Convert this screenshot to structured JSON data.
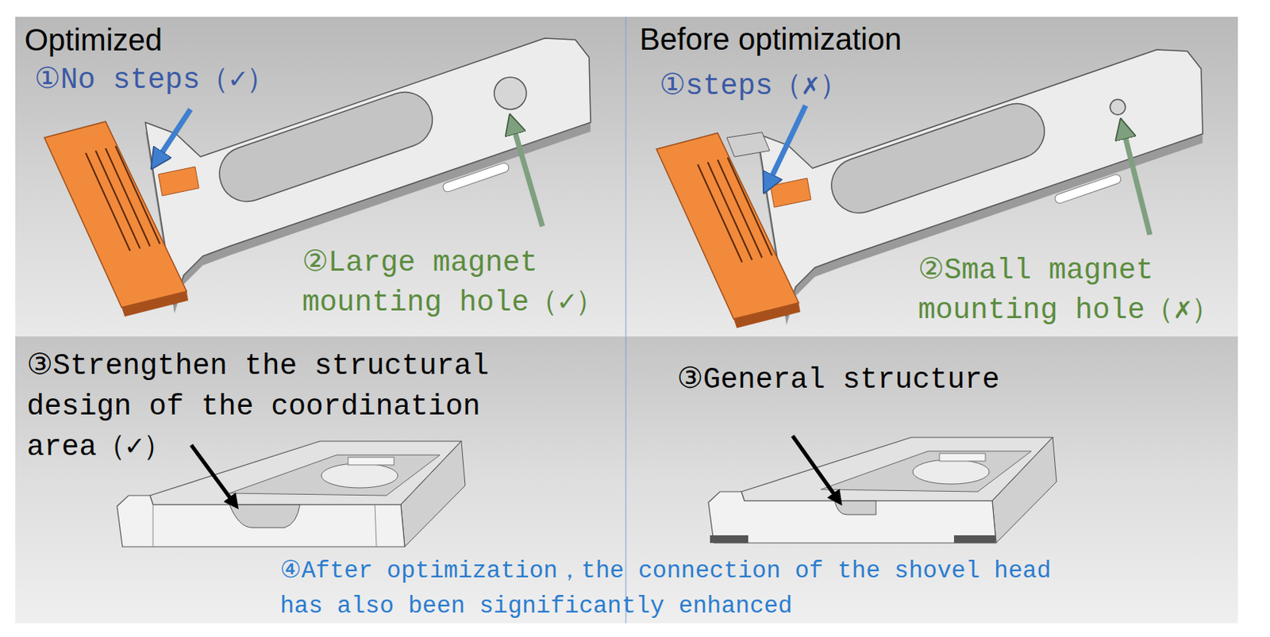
{
  "diagram": {
    "nodes": [
      {
        "text": [
          "Optimized",
          "①No steps（✓）",
          "②Large magnet mounting hole（✓）"
        ]
      },
      {
        "text": [
          "Before optimization",
          "①steps（✗）",
          "②Small magnet mounting hole（✗）"
        ]
      },
      {
        "text": [
          "③Strengthen the structural design of the coordination area（✓）"
        ]
      },
      {
        "text": [
          "③General structure"
        ]
      }
    ],
    "labels": [
      "④After optimization，the connection of the shovel head has also been significantly enhanced"
    ]
  }
}
